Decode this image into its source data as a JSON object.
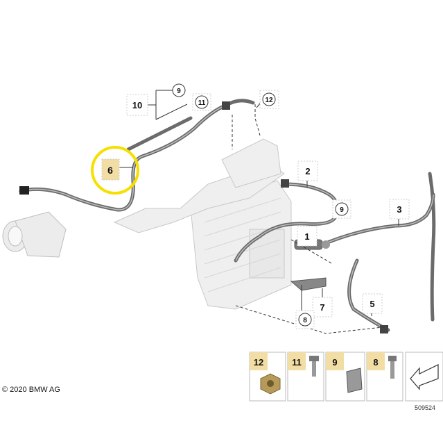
{
  "labels": {
    "p1": "1",
    "p2": "2",
    "p3": "3",
    "p5": "5",
    "p6": "6",
    "p7": "7",
    "p8": "8",
    "p9a": "9",
    "p9b": "9",
    "p10": "10",
    "p11": "11",
    "p12": "12"
  },
  "legend": {
    "l12": "12",
    "l11": "11",
    "l9": "9",
    "l8": "8"
  },
  "footer": {
    "copyright": "© 2020 BMW AG",
    "doc_number": "509524"
  },
  "colors": {
    "highlight": "#f5e000",
    "label_bg": "#f2dea5",
    "pipe": "#6b6b6b"
  }
}
